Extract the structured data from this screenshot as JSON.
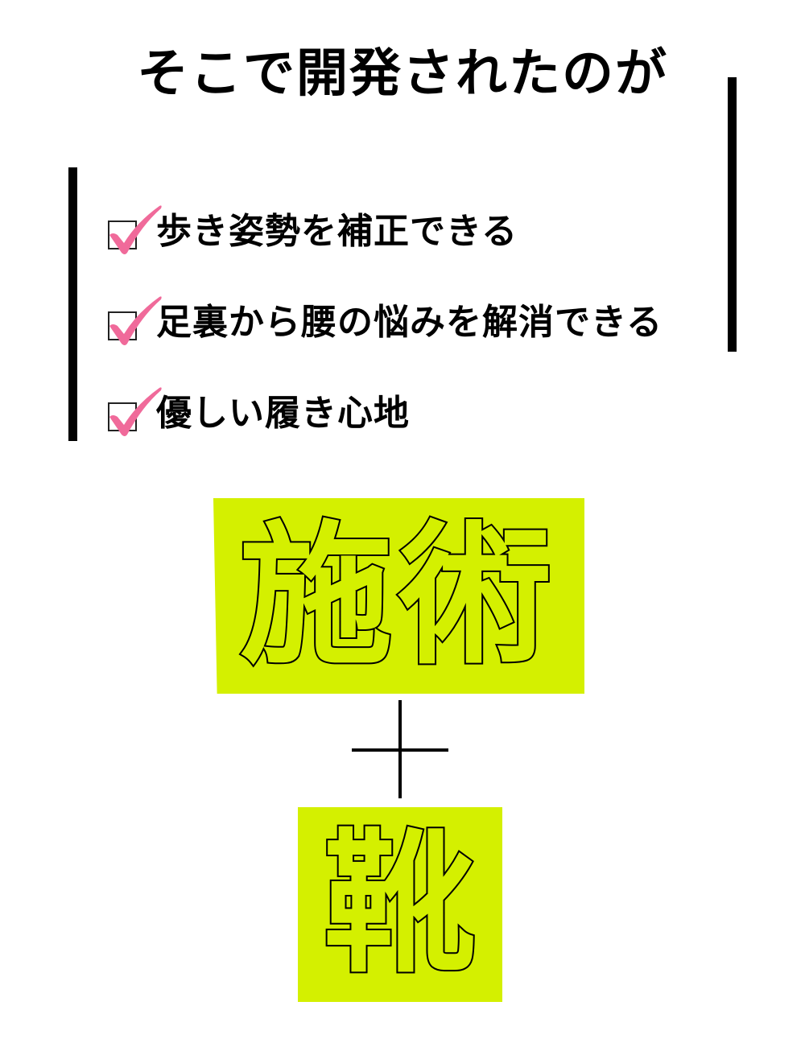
{
  "heading": "そこで開発されたのが",
  "checklist": {
    "items": [
      {
        "label": "歩き姿勢を補正できる",
        "checked": true
      },
      {
        "label": "足裏から腰の悩みを解消できる",
        "checked": true
      },
      {
        "label": "優しい履き心地",
        "checked": true
      }
    ],
    "check_color": "#f06a9a"
  },
  "formula": {
    "term1": "施術",
    "operator": "+",
    "term2": "靴",
    "highlight_color": "#d4f000"
  }
}
